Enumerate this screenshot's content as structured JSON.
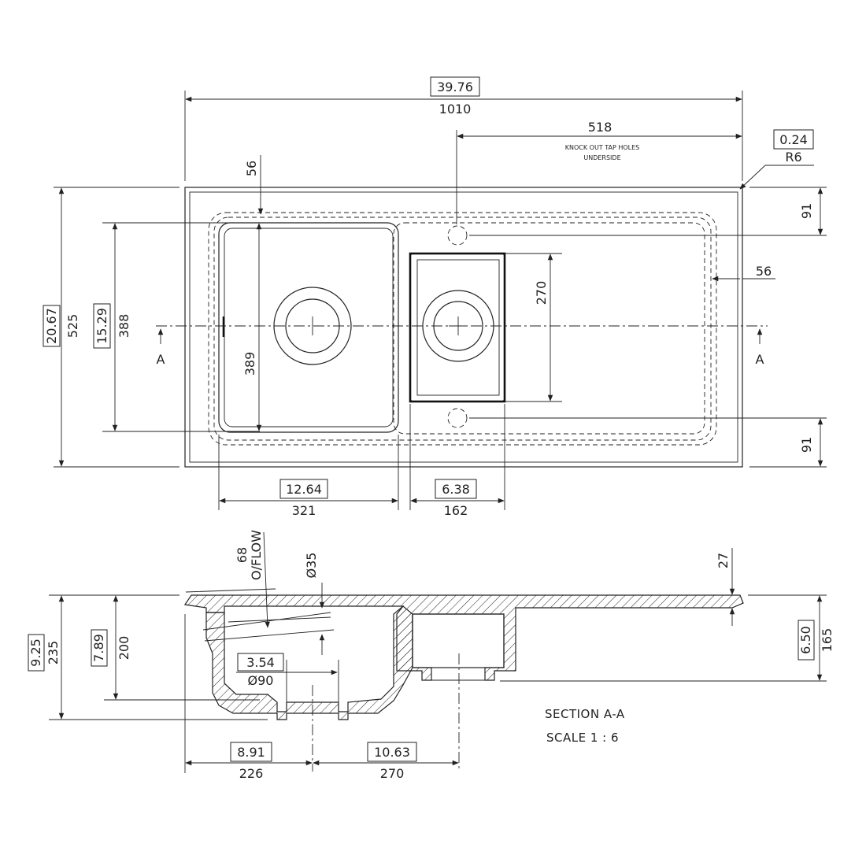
{
  "top_view": {
    "overall_width_in": "39.76",
    "overall_width_mm": "1010",
    "tap_offset_mm": "518",
    "tap_note_line1": "KNOCK OUT TAP HOLES",
    "tap_note_line2": "UNDERSIDE",
    "corner_radius_in": "0.24",
    "corner_radius_mm": "R6",
    "rim_top_mm": "56",
    "tap_hole_offset_top_mm": "91",
    "tap_hole_offset_bottom_mm": "91",
    "rim_side_mm": "56",
    "overall_depth_in": "20.67",
    "overall_depth_mm": "525",
    "bowl_depth_in": "15.29",
    "bowl_depth_mm": "388",
    "main_bowl_length_mm": "389",
    "half_bowl_length_mm": "270",
    "main_bowl_width_in": "12.64",
    "main_bowl_width_mm": "321",
    "half_bowl_width_in": "6.38",
    "half_bowl_width_mm": "162",
    "section_mark_left": "A",
    "section_mark_right": "A"
  },
  "section_view": {
    "overflow_dim": "68",
    "overflow_label": "O/FLOW",
    "overflow_dia": "Ø35",
    "rim_thickness_mm": "27",
    "overall_height_in": "9.25",
    "overall_height_mm": "235",
    "bowl_height_in": "7.89",
    "bowl_height_mm": "200",
    "half_bowl_height_in": "6.50",
    "half_bowl_height_mm": "165",
    "waste_dia_in": "3.54",
    "waste_dia_mm": "Ø90",
    "waste_pos_in": "8.91",
    "waste_pos_mm": "226",
    "waste_spacing_in": "10.63",
    "waste_spacing_mm": "270",
    "title": "SECTION A-A",
    "scale": "SCALE 1 : 6"
  }
}
